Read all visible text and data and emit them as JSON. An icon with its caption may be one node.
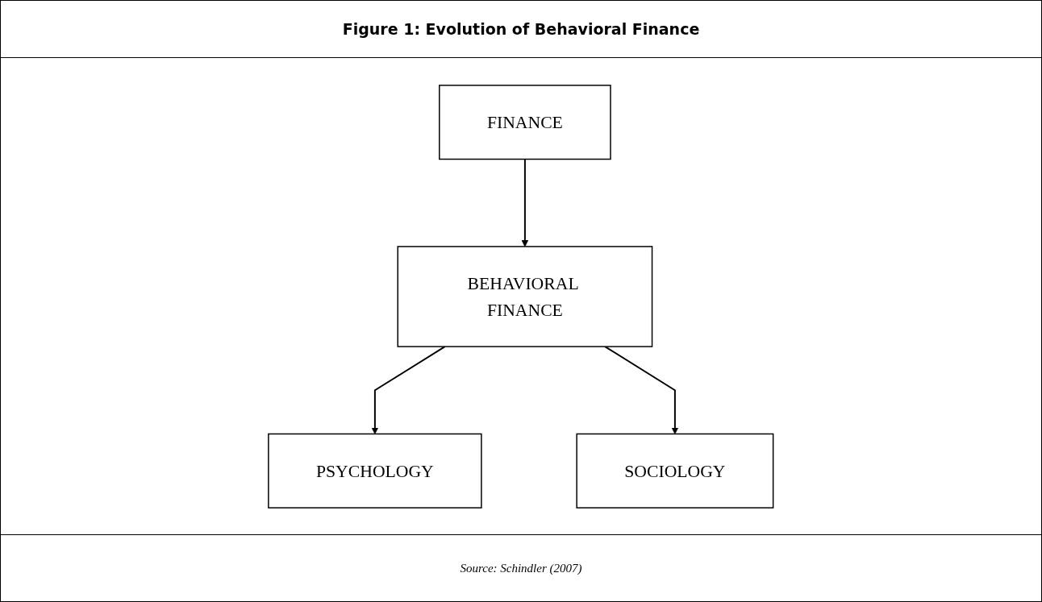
{
  "diagram": {
    "title": "Figure 1: Evolution of Behavioral Finance",
    "caption": "Source: Schindler (2007)",
    "nodes": [
      {
        "text": [
          "FINANCE"
        ]
      },
      {
        "text": [
          "BEHAVIORAL FINANCE"
        ]
      },
      {
        "text": [
          "PSYCHOLOGY"
        ]
      },
      {
        "text": [
          "SOCIOLOGY"
        ]
      }
    ],
    "edges": [
      {
        "from": 0,
        "to": 1,
        "arrow": "to"
      },
      {
        "from": 1,
        "to": 2,
        "arrow": "to"
      },
      {
        "from": 1,
        "to": 3,
        "arrow": "to"
      }
    ]
  }
}
